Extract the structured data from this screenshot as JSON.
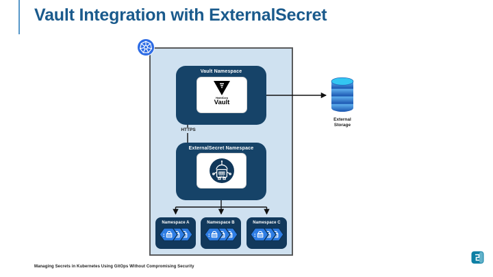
{
  "slide": {
    "title": "Vault Integration with ExternalSecret",
    "footer": "Managing Secrets in Kubernetes Using GitOps Without Compromising Security"
  },
  "diagram": {
    "cluster_icon": "kubernetes-icon",
    "vault_namespace": {
      "label": "Vault Namespace",
      "vault_brand": "HashiCorp",
      "vault_name": "Vault"
    },
    "externalsecret_namespace": {
      "label": "ExternalSecret Namespace"
    },
    "https_label": "HTTPS",
    "external_storage": {
      "label": "External Storage"
    },
    "namespaces": [
      {
        "label": "Namespace A"
      },
      {
        "label": "Namespace B"
      },
      {
        "label": "Namespace C"
      }
    ]
  },
  "colors": {
    "title": "#1a5a8c",
    "accent_bar": "#5496c8",
    "cluster_fill": "#cfe1f0",
    "cluster_border": "#58595b",
    "namespace_box": "#164368",
    "small_namespace_box": "#12395c",
    "kubernetes_blue": "#2f6de5",
    "secret_hexagon_blue": "#2e7de4",
    "storage_top": "#33c6f2",
    "arrow": "#111111",
    "brand_logo_teal": "#0d7fa4"
  }
}
